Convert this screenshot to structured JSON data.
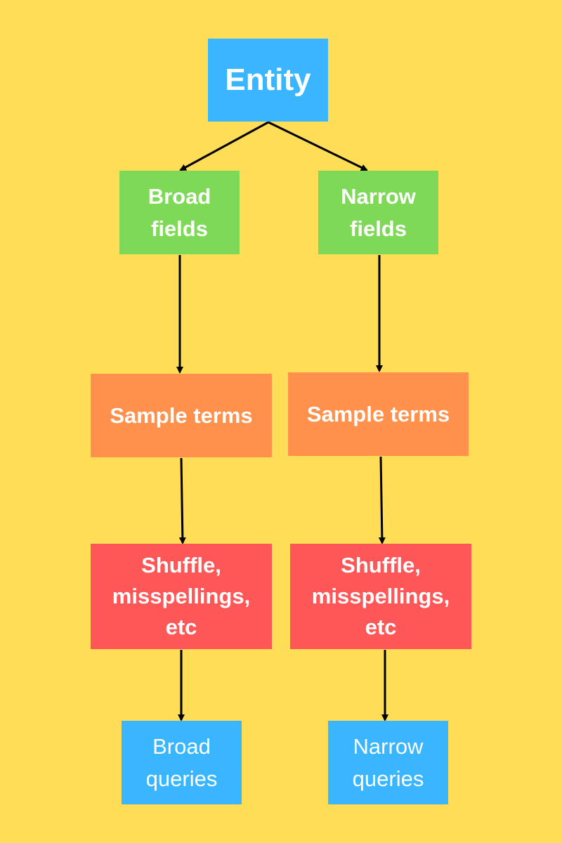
{
  "colors": {
    "background": "#FFDD57",
    "blue": "#3AB5FF",
    "green": "#7ED957",
    "orange": "#FF914D",
    "red": "#FF5757",
    "arrow": "#000000",
    "text": "#FFFFFF"
  },
  "nodes": {
    "entity": {
      "text": "Entity"
    },
    "broad_fields": {
      "line1": "Broad",
      "line2": "fields"
    },
    "narrow_fields": {
      "line1": "Narrow",
      "line2": "fields"
    },
    "sample_terms_left": {
      "text": "Sample terms"
    },
    "sample_terms_right": {
      "text": "Sample terms"
    },
    "shuffle_left": {
      "line1": "Shuffle,",
      "line2": "misspellings,",
      "line3": "etc"
    },
    "shuffle_right": {
      "line1": "Shuffle,",
      "line2": "misspellings,",
      "line3": "etc"
    },
    "broad_queries": {
      "line1": "Broad",
      "line2": "queries"
    },
    "narrow_queries": {
      "line1": "Narrow",
      "line2": "queries"
    }
  },
  "edges": [
    {
      "from": "entity",
      "to": "broad_fields"
    },
    {
      "from": "entity",
      "to": "narrow_fields"
    },
    {
      "from": "broad_fields",
      "to": "sample_terms_left"
    },
    {
      "from": "narrow_fields",
      "to": "sample_terms_right"
    },
    {
      "from": "sample_terms_left",
      "to": "shuffle_left"
    },
    {
      "from": "sample_terms_right",
      "to": "shuffle_right"
    },
    {
      "from": "shuffle_left",
      "to": "broad_queries"
    },
    {
      "from": "shuffle_right",
      "to": "narrow_queries"
    }
  ]
}
